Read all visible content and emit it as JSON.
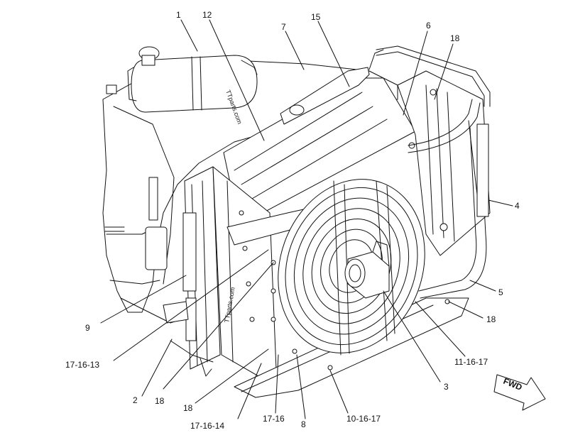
{
  "labels": {
    "l1": "1",
    "l12": "12",
    "l7": "7",
    "l15": "15",
    "l6": "6",
    "l18a": "18",
    "l4": "4",
    "l5": "5",
    "l18b": "18",
    "l11_16_17": "11-16-17",
    "l3": "3",
    "l10_16_17": "10-16-17",
    "l8": "8",
    "l17_16": "17-16",
    "l17_16_14": "17-16-14",
    "l18c": "18",
    "l18d": "18",
    "l2": "2",
    "l17_16_13": "17-16-13",
    "l9": "9"
  },
  "direction": {
    "text": "FWD"
  },
  "watermark": {
    "text1": "TTparts.com",
    "text2": "TTparts.com"
  }
}
